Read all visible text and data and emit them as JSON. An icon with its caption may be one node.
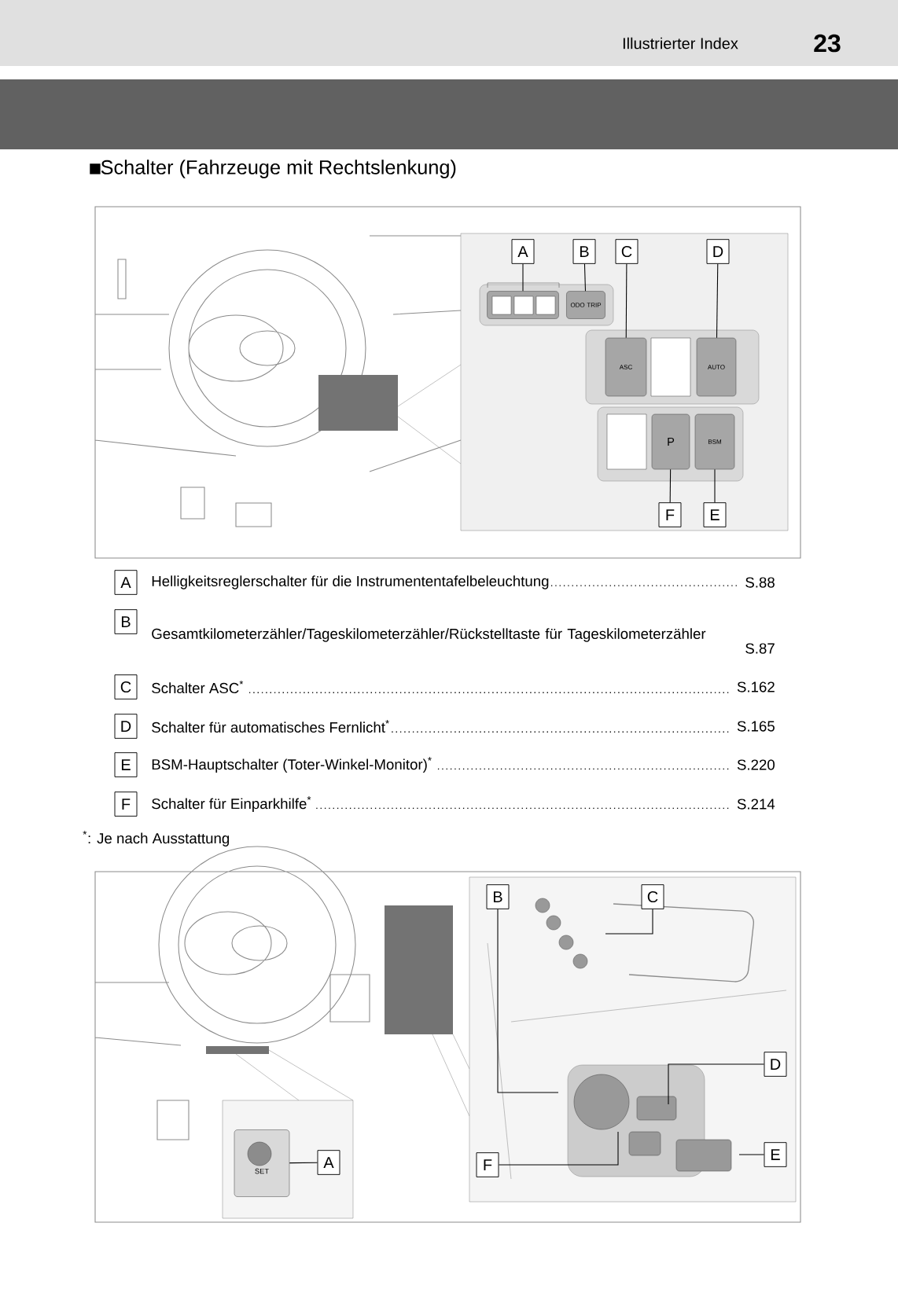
{
  "diagram": {
    "title": "Schalter (Fahrzeuge mit Rechtslenkung)",
    "nodes": [
      {
        "text": [
          "A"
        ]
      },
      {
        "text": [
          "B"
        ]
      },
      {
        "text": [
          "C"
        ]
      },
      {
        "text": [
          "D"
        ]
      },
      {
        "text": [],
        "shape": "box"
      },
      {
        "text": [
          "ODO TRIP"
        ]
      },
      {
        "text": [
          "ASC"
        ]
      },
      {
        "text": [
          "AUTO"
        ]
      },
      {
        "text": [
          "P"
        ]
      },
      {
        "text": [
          "BSM"
        ]
      },
      {
        "text": [
          "F"
        ]
      },
      {
        "text": [
          "E"
        ]
      },
      {
        "text": [
          "A"
        ],
        "beside": [
          "Helligkeitsreglerschalter für die Instrumententafelbeleuchtung"
        ]
      },
      {
        "text": [
          "B"
        ],
        "beside": [
          "Gesamtkilometerzähler/Tageskilometerzähler/Rückstelltaste für Tageskilometerzähler"
        ]
      },
      {
        "text": [
          "C"
        ],
        "beside": [
          "Schalter ASC$^{*}$"
        ]
      },
      {
        "text": [
          "D"
        ],
        "beside": [
          "Schalter für automatisches Fernlicht$^{*}$"
        ]
      },
      {
        "text": [
          "E"
        ],
        "beside": [
          "BSM-Hauptschalter (Toter-Winkel-Monitor)$^{*}$"
        ]
      },
      {
        "text": [
          "F"
        ],
        "beside": [
          "Schalter für Einparkhilfe$^{*}$"
        ]
      },
      {
        "text": [
          "B"
        ]
      },
      {
        "text": [
          "C"
        ]
      },
      {
        "text": [
          "D"
        ]
      },
      {
        "text": [
          "E"
        ]
      },
      {
        "text": [
          "A"
        ]
      },
      {
        "text": [
          "F"
        ]
      },
      {
        "text": [
          "SET"
        ]
      }
    ],
    "edges": [
      {
        "from": 0,
        "to": 4,
        "arrow": "none"
      },
      {
        "from": 1,
        "to": 5,
        "arrow": "none"
      },
      {
        "from": 2,
        "to": 6,
        "arrow": "none"
      },
      {
        "from": 3,
        "to": 7,
        "arrow": "none"
      },
      {
        "from": 10,
        "to": 8,
        "arrow": "none"
      },
      {
        "from": 11,
        "to": 9,
        "arrow": "none"
      },
      {
        "from": 18,
        "to": null,
        "arrow": "none"
      },
      {
        "from": 19,
        "to": null,
        "arrow": "none"
      },
      {
        "from": 20,
        "to": null,
        "arrow": "none"
      },
      {
        "from": 21,
        "to": null,
        "arrow": "none"
      },
      {
        "from": 22,
        "to": 24,
        "arrow": "none"
      },
      {
        "from": 23,
        "to": null,
        "arrow": "none"
      }
    ],
    "labels": [
      "Illustrierter Index",
      "23",
      "S.88",
      "S.87",
      "S.162",
      "S.165",
      "S.220",
      "S.214",
      "$^{*}$: Je nach Ausstattung"
    ]
  }
}
